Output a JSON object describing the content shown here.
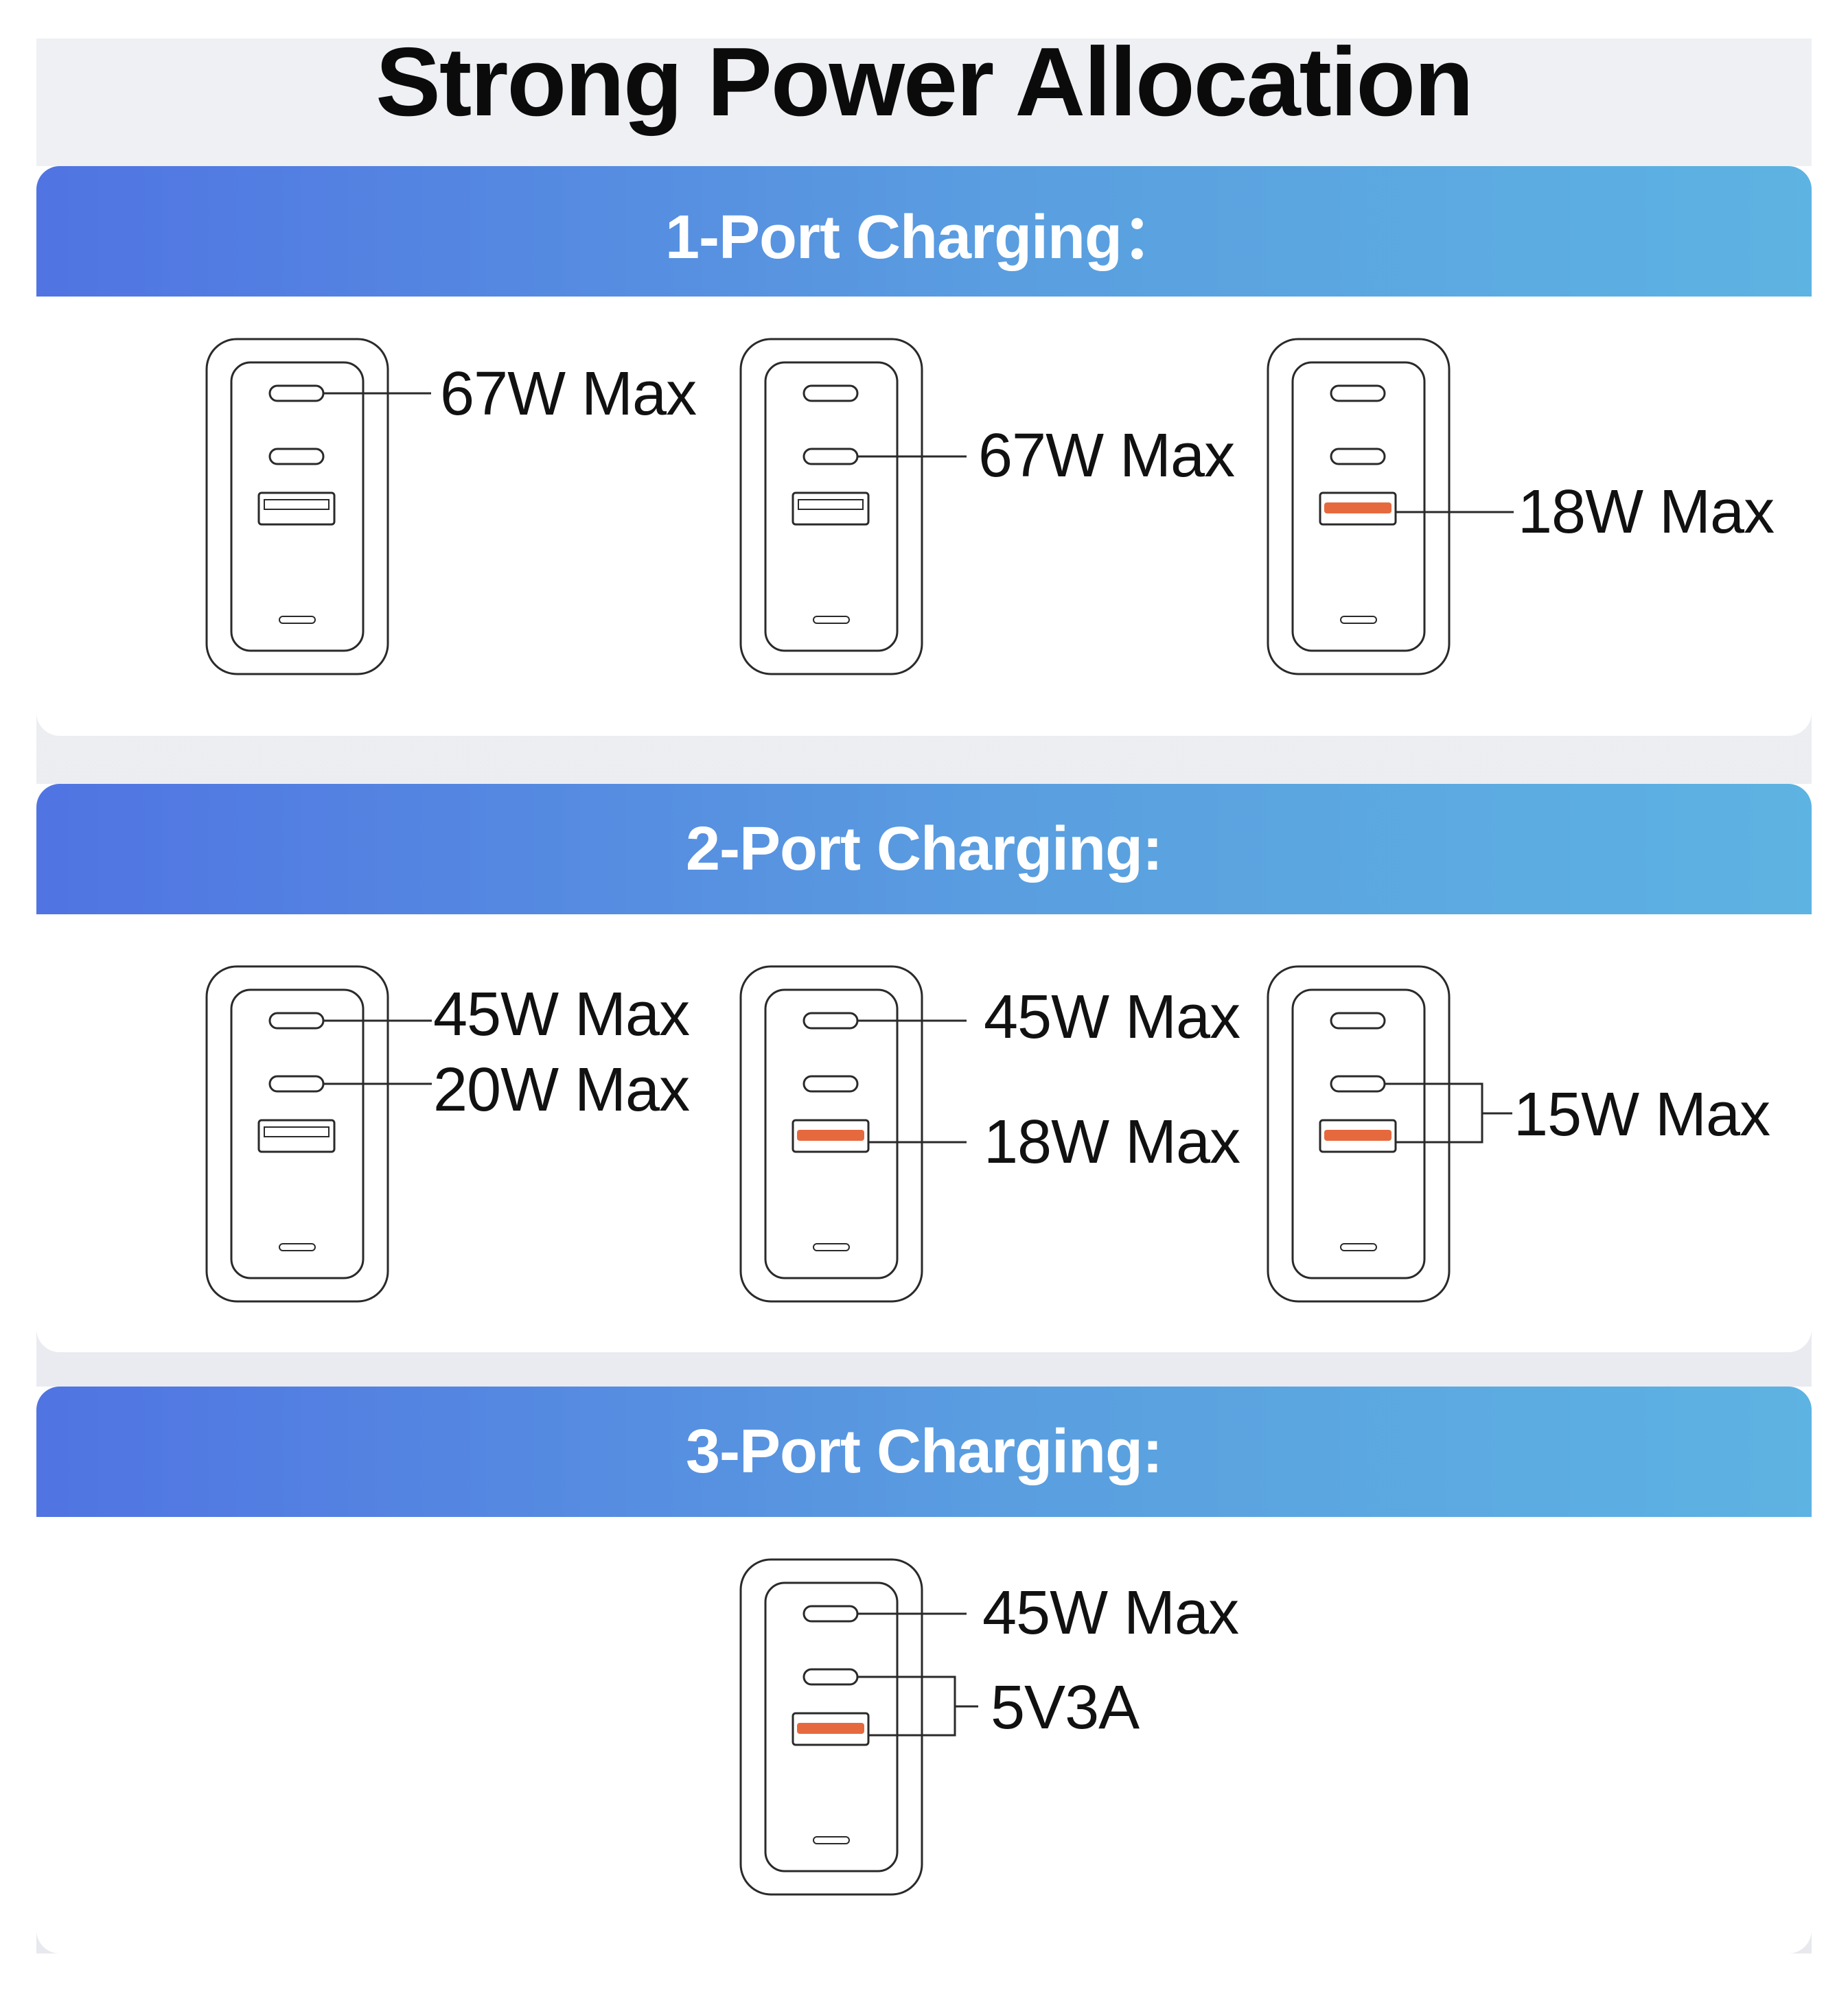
{
  "page": {
    "title": "Strong Power Allocation"
  },
  "sections": [
    {
      "title": "1-Port Charging：",
      "chargers": [
        {
          "highlighted_ports": [],
          "labels": [
            "67W Max"
          ]
        },
        {
          "highlighted_ports": [],
          "labels": [
            "67W Max"
          ]
        },
        {
          "highlighted_ports": [
            "usb-a"
          ],
          "labels": [
            "18W Max"
          ]
        }
      ]
    },
    {
      "title": "2-Port Charging:",
      "chargers": [
        {
          "highlighted_ports": [],
          "labels": [
            "45W Max",
            "20W Max"
          ]
        },
        {
          "highlighted_ports": [
            "usb-a"
          ],
          "labels": [
            "45W Max",
            "18W Max"
          ]
        },
        {
          "highlighted_ports": [
            "usb-a"
          ],
          "labels": [
            "15W Max"
          ]
        }
      ]
    },
    {
      "title": "3-Port Charging:",
      "chargers": [
        {
          "highlighted_ports": [
            "usb-a"
          ],
          "labels": [
            "45W Max",
            "5V3A"
          ]
        }
      ]
    }
  ],
  "colors": {
    "header_start": "#5074e2",
    "header_end": "#5db3e2",
    "port_highlight": "#e6693e",
    "outline": "#2a2a2a"
  }
}
